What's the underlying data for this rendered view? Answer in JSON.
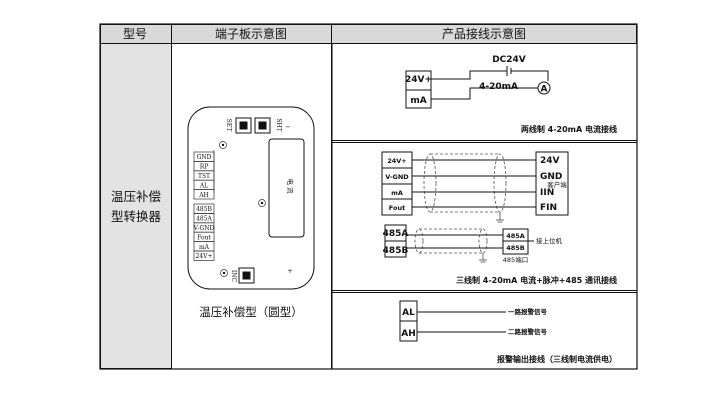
{
  "header": {
    "col1": "型号",
    "col2": "端子板示意图",
    "col3": "产品接线示意图"
  },
  "model_name": {
    "line1": "温压补偿",
    "line2": "型转换器"
  },
  "board": {
    "caption": "温压补偿型（圆型）",
    "set_label": "SET",
    "sht_label": "SHT",
    "inc_label": "INC",
    "minus": "−",
    "plus": "+",
    "display_mark": "电 流",
    "terminals": [
      "GND",
      "RP",
      "TST",
      "AL",
      "AH",
      "485B",
      "485A",
      "V-GND",
      "Fout",
      "mA",
      "24V+"
    ]
  },
  "diagram1": {
    "t24v": "24V+",
    "tma": "mA",
    "dc": "DC24V",
    "meter_label": "4-20mA",
    "ammeter": "A",
    "caption": "两线制 4-20mA 电流接线"
  },
  "diagram2": {
    "left_terms": [
      "24V+",
      "V-GND",
      "mA",
      "Fout"
    ],
    "right_terms": [
      "24V",
      "GND",
      "IIN",
      "FIN"
    ],
    "client": "客户端",
    "rs_left": [
      "485A",
      "485B"
    ],
    "rs_right": [
      "485A",
      "485B"
    ],
    "rs_port": "485端口",
    "pc": "接上位机",
    "caption": "三线制 4-20mA 电流+脉冲+485 通讯接线"
  },
  "diagram3": {
    "al": "AL",
    "ah": "AH",
    "alarm1": "一路报警信号",
    "alarm2": "二路报警信号",
    "caption": "报警输出接线（三线制电流供电）"
  }
}
